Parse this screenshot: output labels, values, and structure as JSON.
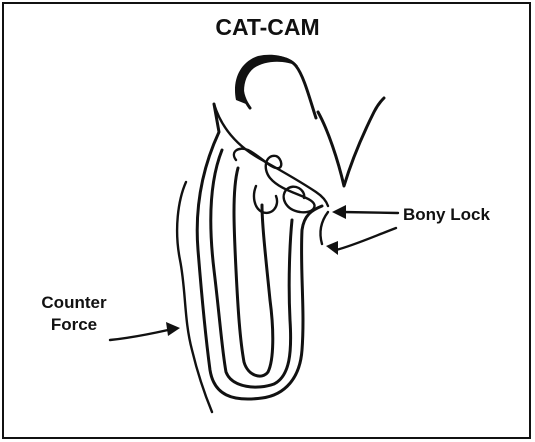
{
  "title": "CAT-CAM",
  "labels": {
    "bony_lock": "Bony Lock",
    "counter_line1": "Counter",
    "counter_line2": "Force"
  },
  "colors": {
    "ink": "#111111",
    "background": "#ffffff"
  }
}
